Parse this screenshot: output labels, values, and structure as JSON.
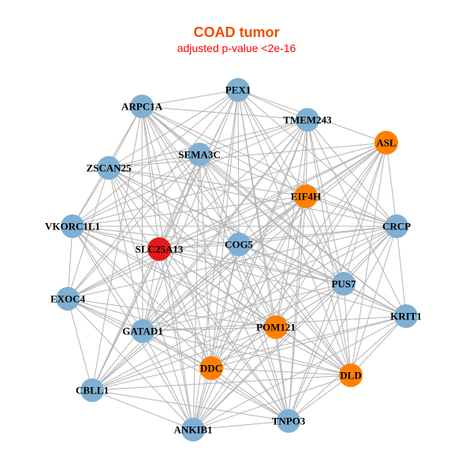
{
  "title": "COAD tumor",
  "subtitle": "adjusted p-value <2e-16",
  "colors": {
    "title": "#f04e00",
    "subtitle": "#ff0000",
    "blue": "#7fb0d3",
    "orange": "#ff8000",
    "red": "#e41a1c",
    "edge": "#b4b4b4"
  },
  "nodes": [
    {
      "id": "PEX1",
      "group": "blue"
    },
    {
      "id": "ARPC1A",
      "group": "blue"
    },
    {
      "id": "TMEM243",
      "group": "blue"
    },
    {
      "id": "ASL",
      "group": "orange"
    },
    {
      "id": "SEMA3C",
      "group": "blue"
    },
    {
      "id": "ZSCAN25",
      "group": "blue"
    },
    {
      "id": "EIF4H",
      "group": "orange"
    },
    {
      "id": "VKORC1L1",
      "group": "blue"
    },
    {
      "id": "CRCP",
      "group": "blue"
    },
    {
      "id": "SLC25A13",
      "group": "red"
    },
    {
      "id": "COG5",
      "group": "blue"
    },
    {
      "id": "PUS7",
      "group": "blue"
    },
    {
      "id": "EXOC4",
      "group": "blue"
    },
    {
      "id": "KRIT1",
      "group": "blue"
    },
    {
      "id": "GATAD1",
      "group": "blue"
    },
    {
      "id": "POM121",
      "group": "orange"
    },
    {
      "id": "DDC",
      "group": "orange"
    },
    {
      "id": "DLD",
      "group": "orange"
    },
    {
      "id": "CBLL1",
      "group": "blue"
    },
    {
      "id": "TNPO3",
      "group": "blue"
    },
    {
      "id": "ANKIB1",
      "group": "blue"
    }
  ]
}
